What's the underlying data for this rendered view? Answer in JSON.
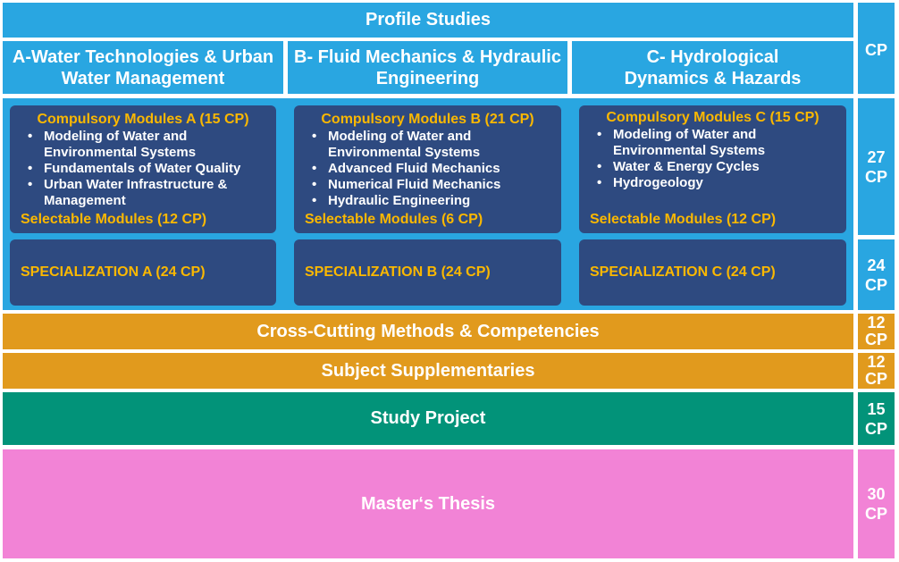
{
  "profile_studies": "Profile Studies",
  "columns": [
    {
      "heading": "A-Water Technologies & Urban Water Management",
      "compulsory_title": "Compulsory Modules A (15 CP)",
      "modules": [
        "Modeling of Water and Environmental Systems",
        "Fundamentals of  Water Quality",
        "Urban Water Infrastructure & Management"
      ],
      "selectable": "Selectable Modules (12 CP)",
      "specialization": "SPECIALIZATION A (24 CP)"
    },
    {
      "heading": "B- Fluid Mechanics & Hydraulic Engineering",
      "compulsory_title": "Compulsory Modules B (21 CP)",
      "modules": [
        "Modeling of Water and Environmental Systems",
        "Advanced Fluid Mechanics",
        "Numerical Fluid Mechanics",
        "Hydraulic Engineering"
      ],
      "selectable": "Selectable Modules (6 CP)",
      "specialization": "SPECIALIZATION B (24 CP)"
    },
    {
      "heading": "C- Hydrological Dynamics & Hazards",
      "compulsory_title": "Compulsory Modules C (15 CP)",
      "modules": [
        "Modeling of Water and Environmental Systems",
        "Water & Energy Cycles",
        "Hydrogeology"
      ],
      "selectable": "Selectable Modules (12 CP)",
      "specialization": "SPECIALIZATION C (24 CP)"
    }
  ],
  "bars": {
    "cross_cutting": "Cross-Cutting Methods & Competencies",
    "subject_supplementaries": "Subject Supplementaries",
    "study_project": "Study Project",
    "masters_thesis": "Master‘s Thesis"
  },
  "cp_column": {
    "header": "CP",
    "modules": [
      "27",
      "CP"
    ],
    "specialization": [
      "24",
      "CP"
    ],
    "cross_cutting": [
      "12",
      "CP"
    ],
    "subject_supplementaries": [
      "12",
      "CP"
    ],
    "study_project": [
      "15",
      "CP"
    ],
    "masters_thesis": [
      "30",
      "CP"
    ]
  },
  "colors": {
    "blue": "#29a6e1",
    "navy": "#2e4a80",
    "gold": "#fbb800",
    "orange": "#e19a1d",
    "green": "#029379",
    "pink": "#f283d6"
  }
}
